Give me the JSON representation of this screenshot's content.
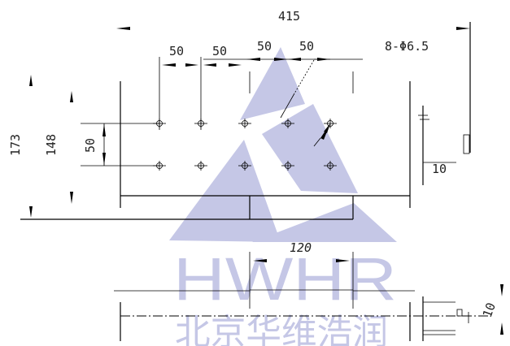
{
  "drawing": {
    "dimensions": {
      "overall_width": "415",
      "hole_pitch_1": "50",
      "hole_pitch_2": "50",
      "hole_pitch_3": "50",
      "hole_pitch_4": "50",
      "hole_callout": "8-Φ6.5",
      "overall_height": "173",
      "inner_height": "148",
      "row_pitch": "50",
      "bottom_width": "120",
      "side_offset": "10",
      "side_thickness": "10"
    },
    "watermark": {
      "logo_text": "HWHR",
      "company_name": "北京华维浩润",
      "color": "#c5c7e6"
    }
  }
}
